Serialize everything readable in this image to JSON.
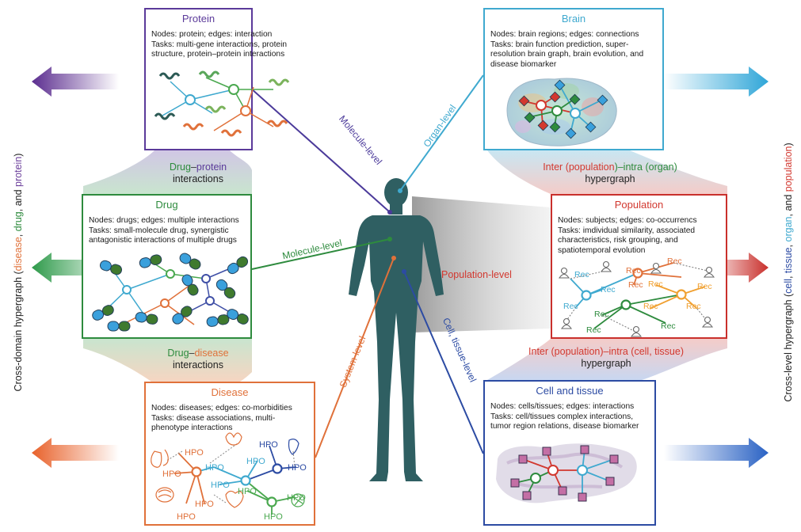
{
  "colors": {
    "purple": "#6a3d9a",
    "green": "#2e8b3e",
    "orange": "#e0713a",
    "sky": "#3fa9cf",
    "red": "#d2382f",
    "navy": "#2c4ba3",
    "body": "#2f5f62"
  },
  "panels": {
    "protein": {
      "title": "Protein",
      "lines": [
        "Nodes: protein; edges: interaction",
        "Tasks: multi-gene interactions, protein",
        "structure, protein–protein interactions"
      ]
    },
    "drug": {
      "title": "Drug",
      "lines": [
        "Nodes: drugs; edges: multiple interactions",
        "Tasks: small-molecule drug, synergistic",
        "antagonistic interactions of multiple drugs"
      ]
    },
    "disease": {
      "title": "Disease",
      "lines": [
        "Nodes: diseases; edges: co-morbidities",
        "Tasks: disease associations, multi-",
        "phenotype interactions"
      ],
      "node_label": "HPO"
    },
    "brain": {
      "title": "Brain",
      "lines": [
        "Nodes: brain regions; edges: connections",
        "Tasks: brain function prediction, super-",
        "resolution brain graph, brain evolution, and",
        "disease biomarker"
      ]
    },
    "population": {
      "title": "Population",
      "lines": [
        "Nodes: subjects; edges: co-occurrencs",
        "Tasks: imdividual similarity, associated",
        "characteristics, risk grouping, and",
        "spatiotemporal evolution"
      ],
      "node_label": "Rec"
    },
    "cell": {
      "title": "Cell and tissue",
      "lines": [
        "Nodes: cells/tissues; edges: interactions",
        "Tasks: cell/tissues complex interactions,",
        "tumor region relations, disease biomarker"
      ]
    }
  },
  "links": {
    "molecule_protein": "Molecule-level",
    "molecule_drug": "Molecule-level",
    "system": "System-level",
    "organ": "Organ-level",
    "population": "Population-level",
    "cell": "Cell, tissue-level"
  },
  "bands": {
    "drug_protein": {
      "part1": "Drug",
      "dash": "–",
      "part2": "protein",
      "line2": "interactions"
    },
    "drug_disease": {
      "part1": "Drug",
      "dash": "–",
      "part2": "disease",
      "line2": "interactions"
    },
    "organ_pop": {
      "w1": "Inter (",
      "w2": "population",
      "w3": ")–intra (",
      "w4": "organ",
      "w5": ")",
      "line2": "hypergraph"
    },
    "cell_pop": {
      "w1": "Inter (",
      "w2": "population",
      "w3": ")–intra (",
      "w4": "cell, tissue",
      "w5": ")",
      "line2": "hypergraph"
    }
  },
  "side": {
    "left": {
      "a": "Cross-domain hypergraph (",
      "b": "disease",
      "c": ", ",
      "d": "drug",
      "e": ", and ",
      "f": "protein",
      "g": ")"
    },
    "right": {
      "a": "Cross-level hypergraph (",
      "b": "cell",
      "c": ", ",
      "d": "tissue",
      "e": ", ",
      "f": "organ",
      "g": ", and ",
      "h": "population",
      "i": ")"
    }
  }
}
